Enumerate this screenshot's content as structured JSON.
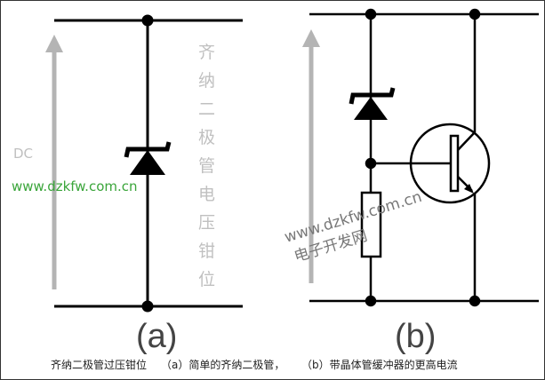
{
  "diagram_a": {
    "label": "(a)",
    "dc_label": "DC",
    "watermark": "www.dzkfw.com.cn",
    "vertical_text": [
      "齐",
      "纳",
      "二",
      "极",
      "管",
      "电",
      "压",
      "钳",
      "位"
    ]
  },
  "diagram_b": {
    "label": "(b)",
    "watermark_url": "www.dzkfw.com.cn",
    "watermark_name": "电子开发网"
  },
  "caption": {
    "title": "齐纳二极管过压钳位",
    "part_a": "（a）简单的齐纳二极管，",
    "part_b": "（b）带晶体管缓冲器的更高电流"
  },
  "colors": {
    "line": "#000000",
    "arrow": "#b4b4b4",
    "watermark_green": "#3aa53a"
  }
}
